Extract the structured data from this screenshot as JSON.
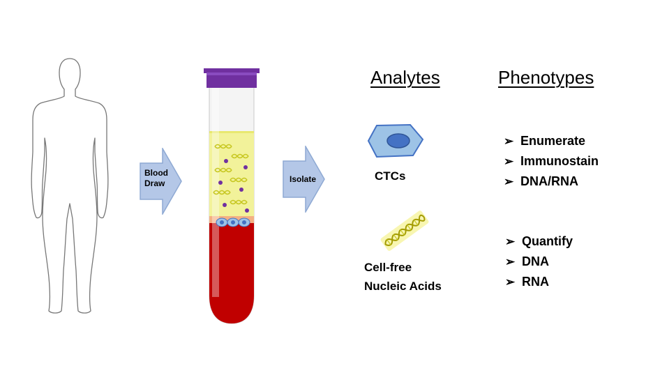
{
  "arrows": {
    "blood_draw": [
      "Blood",
      "Draw"
    ],
    "isolate": "Isolate"
  },
  "headings": {
    "analytes": "Analytes",
    "phenotypes": "Phenotypes"
  },
  "analytes": {
    "ctcs": "CTCs",
    "cfna": [
      "Cell-free",
      "Nucleic Acids"
    ]
  },
  "phenotypes": {
    "ctc_list": [
      "Enumerate",
      "Immunostain",
      "DNA/RNA"
    ],
    "cfna_list": [
      "Quantify",
      "DNA",
      "RNA"
    ]
  },
  "bullet_glyph": "➢",
  "colors": {
    "arrow_fill": "#b4c7e7",
    "arrow_stroke": "#8ea9d3",
    "tube_cap": "#7030a0",
    "plasma": "#f2f29a",
    "blood": "#c00000",
    "ctc_fill": "#9dc3e6",
    "ctc_nucleus": "#4472c4",
    "dna_color": "#d9d924"
  },
  "icons": [
    "human-outline-icon",
    "blood-tube-icon",
    "ctc-cell-icon",
    "dna-helix-icon"
  ]
}
